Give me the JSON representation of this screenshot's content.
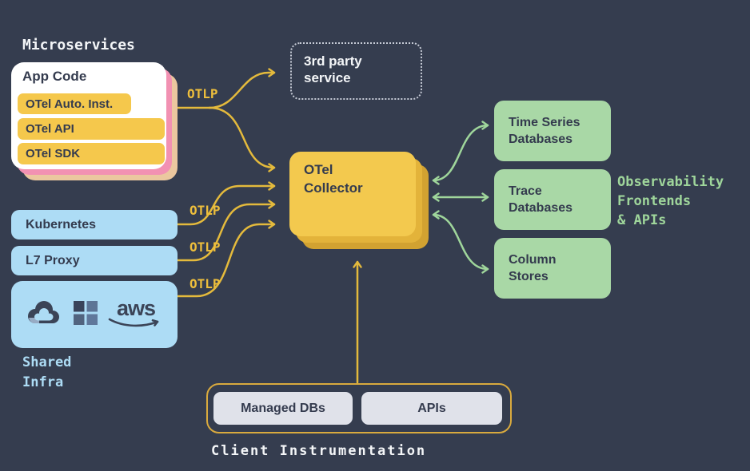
{
  "colors": {
    "background": "#353D4F",
    "yellow_box": "#F3C94E",
    "yellow_wire": "#E4BA3C",
    "pink_layer": "#F291B2",
    "tan_layer": "#EBC79F",
    "blue_box": "#ADDCF5",
    "green_box": "#A9D8A6",
    "green_text": "#9FD69B",
    "gray_box": "#E0E2EA",
    "dark_text": "#343B4E",
    "white_text": "#F4F6F8"
  },
  "microservices": {
    "label": "Microservices",
    "card_title": "App Code",
    "pills": [
      "OTel Auto. Inst.",
      "OTel API",
      "OTel SDK"
    ]
  },
  "otlp_labels": [
    "OTLP",
    "OTLP",
    "OTLP",
    "OTLP"
  ],
  "third_party": {
    "lines": [
      "3rd party",
      "service"
    ]
  },
  "collector": {
    "lines": [
      "OTel",
      "Collector"
    ]
  },
  "sources": {
    "kubernetes": "Kubernetes",
    "l7_proxy": "L7 Proxy",
    "shared_infra": {
      "lines": [
        "Shared",
        "Infra"
      ],
      "aws_text": "aws"
    }
  },
  "sinks": [
    {
      "lines": [
        "Time Series",
        "Databases"
      ]
    },
    {
      "lines": [
        "Trace",
        "Databases"
      ]
    },
    {
      "lines": [
        "Column",
        "Stores"
      ]
    }
  ],
  "observability": {
    "lines": [
      "Observability",
      "Frontends",
      "& APIs"
    ]
  },
  "client_instrumentation": {
    "label": "Client Instrumentation",
    "boxes": [
      "Managed DBs",
      "APIs"
    ]
  }
}
